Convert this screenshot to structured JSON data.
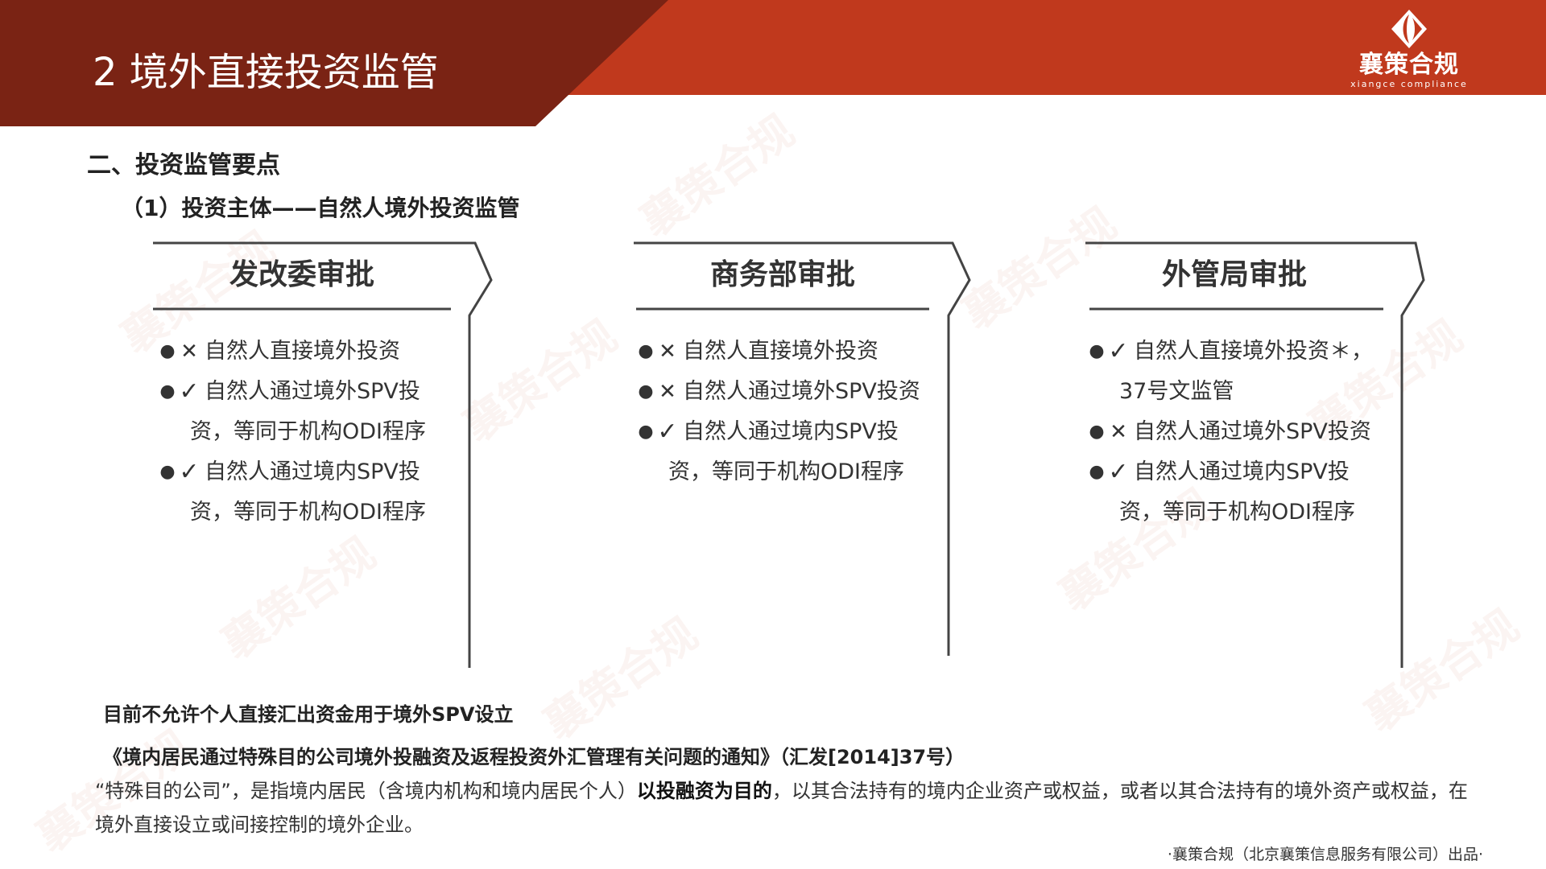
{
  "colors": {
    "dark_red": "#7a2314",
    "bright_red": "#c0391d",
    "text": "#333333",
    "line": "#444444"
  },
  "header": {
    "title": "2 境外直接投资监管",
    "logo_icon": "diamond-logo-icon",
    "logo_name": "襄策合规",
    "logo_subtitle": "xiangce compliance"
  },
  "section_heading": "二、投资监管要点",
  "sub_heading": "（1）投资主体——自然人境外投资监管",
  "panels": [
    {
      "title": "发改委审批",
      "items": [
        {
          "mark": "✕",
          "status": "cross",
          "lines": [
            "自然人直接境外投资"
          ]
        },
        {
          "mark": "✓",
          "status": "check",
          "lines": [
            "自然人通过境外SPV投",
            "资，等同于机构ODI程序"
          ]
        },
        {
          "mark": "✓",
          "status": "check",
          "lines": [
            "自然人通过境内SPV投",
            "资，等同于机构ODI程序"
          ]
        }
      ]
    },
    {
      "title": "商务部审批",
      "items": [
        {
          "mark": "✕",
          "status": "cross",
          "lines": [
            "自然人直接境外投资"
          ]
        },
        {
          "mark": "✕",
          "status": "cross",
          "lines": [
            "自然人通过境外SPV投资"
          ]
        },
        {
          "mark": "✓",
          "status": "check",
          "lines": [
            "自然人通过境内SPV投",
            "资，等同于机构ODI程序"
          ]
        }
      ]
    },
    {
      "title": "外管局审批",
      "items": [
        {
          "mark": "✓",
          "status": "check",
          "lines": [
            "自然人直接境外投资＊，",
            "37号文监管"
          ]
        },
        {
          "mark": "✕",
          "status": "cross",
          "lines": [
            "自然人通过境外SPV投资"
          ]
        },
        {
          "mark": "✓",
          "status": "check",
          "lines": [
            "自然人通过境内SPV投",
            "资，等同于机构ODI程序"
          ]
        }
      ]
    }
  ],
  "note": "目前不允许个人直接汇出资金用于境外SPV设立",
  "regulation_title": "《境内居民通过特殊目的公司境外投融资及返程投资外汇管理有关问题的通知》（汇发[2014]37号）",
  "definition": {
    "part1": "“特殊目的公司”，是指境内居民（含境内机构和境内居民个人）",
    "emphasis": "以投融资为目的",
    "part2": "，以其合法持有的境内企业资产或权益，或者以其合法持有的境外资产或权益，在境外直接设立或间接控制的境外企业。"
  },
  "footer": "·襄策合规（北京襄策信息服务有限公司）出品·",
  "watermark": "襄策合规"
}
